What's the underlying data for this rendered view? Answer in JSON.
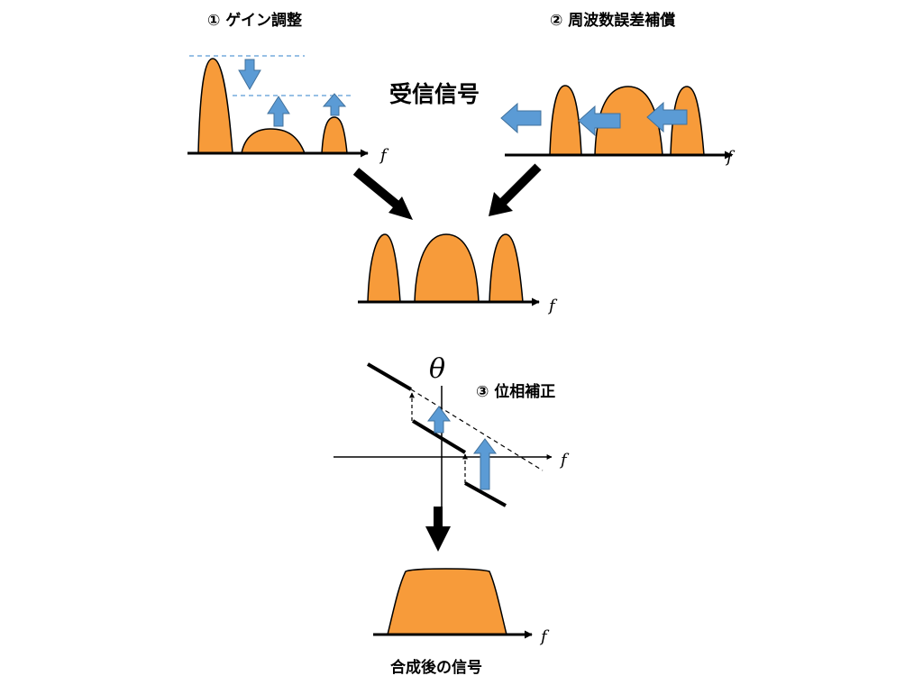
{
  "labels": {
    "step1": "① ゲイン調整",
    "step2": "② 周波数誤差補償",
    "received": "受信信号",
    "step3": "③ 位相補正",
    "combined": "合成後の信号",
    "theta": "θ",
    "freq": "f"
  },
  "colors": {
    "signal_fill": "#F79B3A",
    "arrow_blue": "#5B9BD5",
    "guide_dash": "#5B9BD5",
    "line": "#000000"
  },
  "icons": {
    "gain_down": "arrow-down-icon",
    "gain_up": "arrow-up-icon",
    "freq_shift": "arrow-left-icon",
    "flow": "arrow-diagonal-icon",
    "phase_up": "arrow-up-icon"
  }
}
